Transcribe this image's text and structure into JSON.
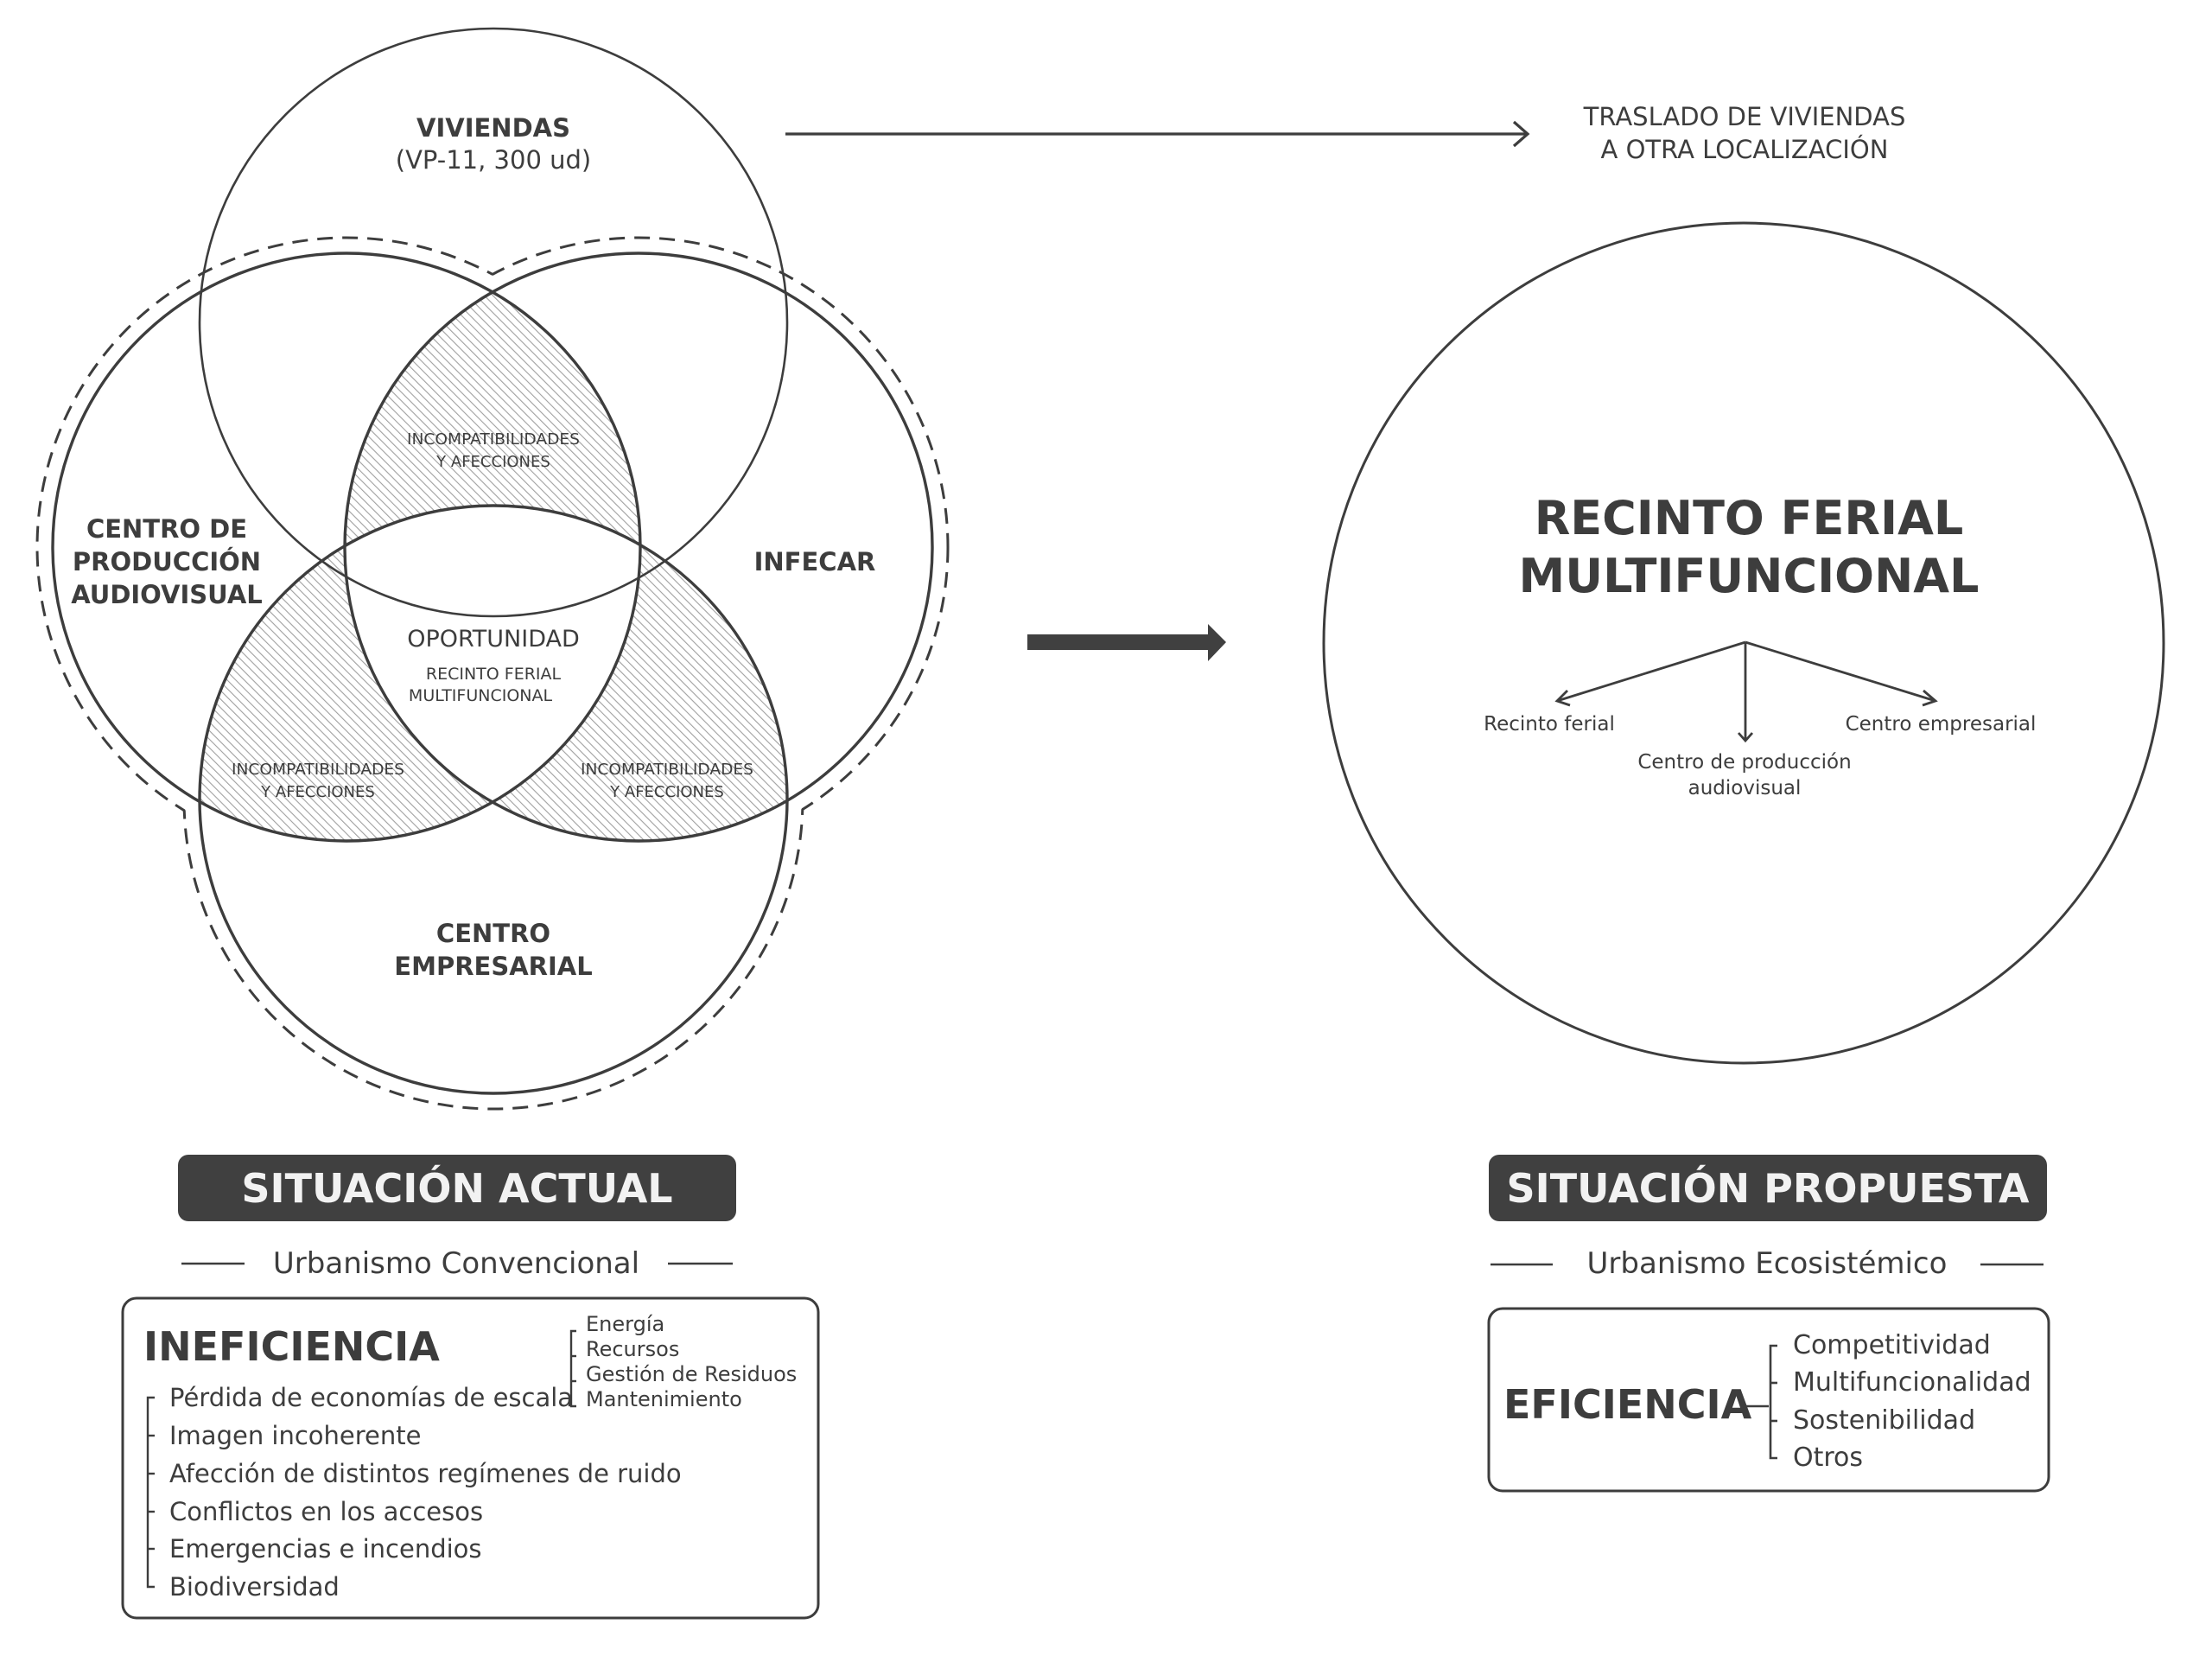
{
  "colors": {
    "ink": "#3d3d3d",
    "badge": "#404040",
    "badge_text": "#f2f2f2",
    "hatch": "#9a9a9a",
    "background": "#ffffff"
  },
  "venn": {
    "viviendas": {
      "title": "VIVIENDAS",
      "subtitle": "(VP-11, 300 ud)"
    },
    "audiovisual": {
      "lines": [
        "CENTRO DE",
        "PRODUCCIÓN",
        "AUDIOVISUAL"
      ]
    },
    "infecar": {
      "title": "INFECAR"
    },
    "empresarial": {
      "lines": [
        "CENTRO",
        "EMPRESARIAL"
      ]
    },
    "incompatibilidades": {
      "line1": "INCOMPATIBILIDADES",
      "line2": "Y AFECCIONES"
    },
    "center": {
      "title": "OPORTUNIDAD",
      "line1": "RECINTO FERIAL",
      "line2": "MULTIFUNCIONAL"
    }
  },
  "traslado": {
    "line1": "TRASLADO DE VIVIENDAS",
    "line2": "A OTRA LOCALIZACIÓN"
  },
  "proposal": {
    "title_line1": "RECINTO FERIAL",
    "title_line2": "MULTIFUNCIONAL",
    "branches": {
      "left": "Recinto ferial",
      "center_line1": "Centro de producción",
      "center_line2": "audiovisual",
      "right": "Centro empresarial"
    }
  },
  "actual": {
    "badge": "SITUACIÓN ACTUAL",
    "subtitle": "Urbanismo Convencional",
    "heading": "INEFICIENCIA",
    "sub_items": [
      "Energía",
      "Recursos",
      "Gestión de Residuos",
      "Mantenimiento"
    ],
    "items": [
      "Pérdida de economías de escala",
      "Imagen incoherente",
      "Afección de distintos regímenes de ruido",
      "Conflictos en los accesos",
      "Emergencias e incendios",
      "Biodiversidad"
    ]
  },
  "propuesta": {
    "badge": "SITUACIÓN PROPUESTA",
    "subtitle": "Urbanismo Ecosistémico",
    "heading": "EFICIENCIA",
    "items": [
      "Competitividad",
      "Multifuncionalidad",
      "Sostenibilidad",
      "Otros"
    ]
  }
}
